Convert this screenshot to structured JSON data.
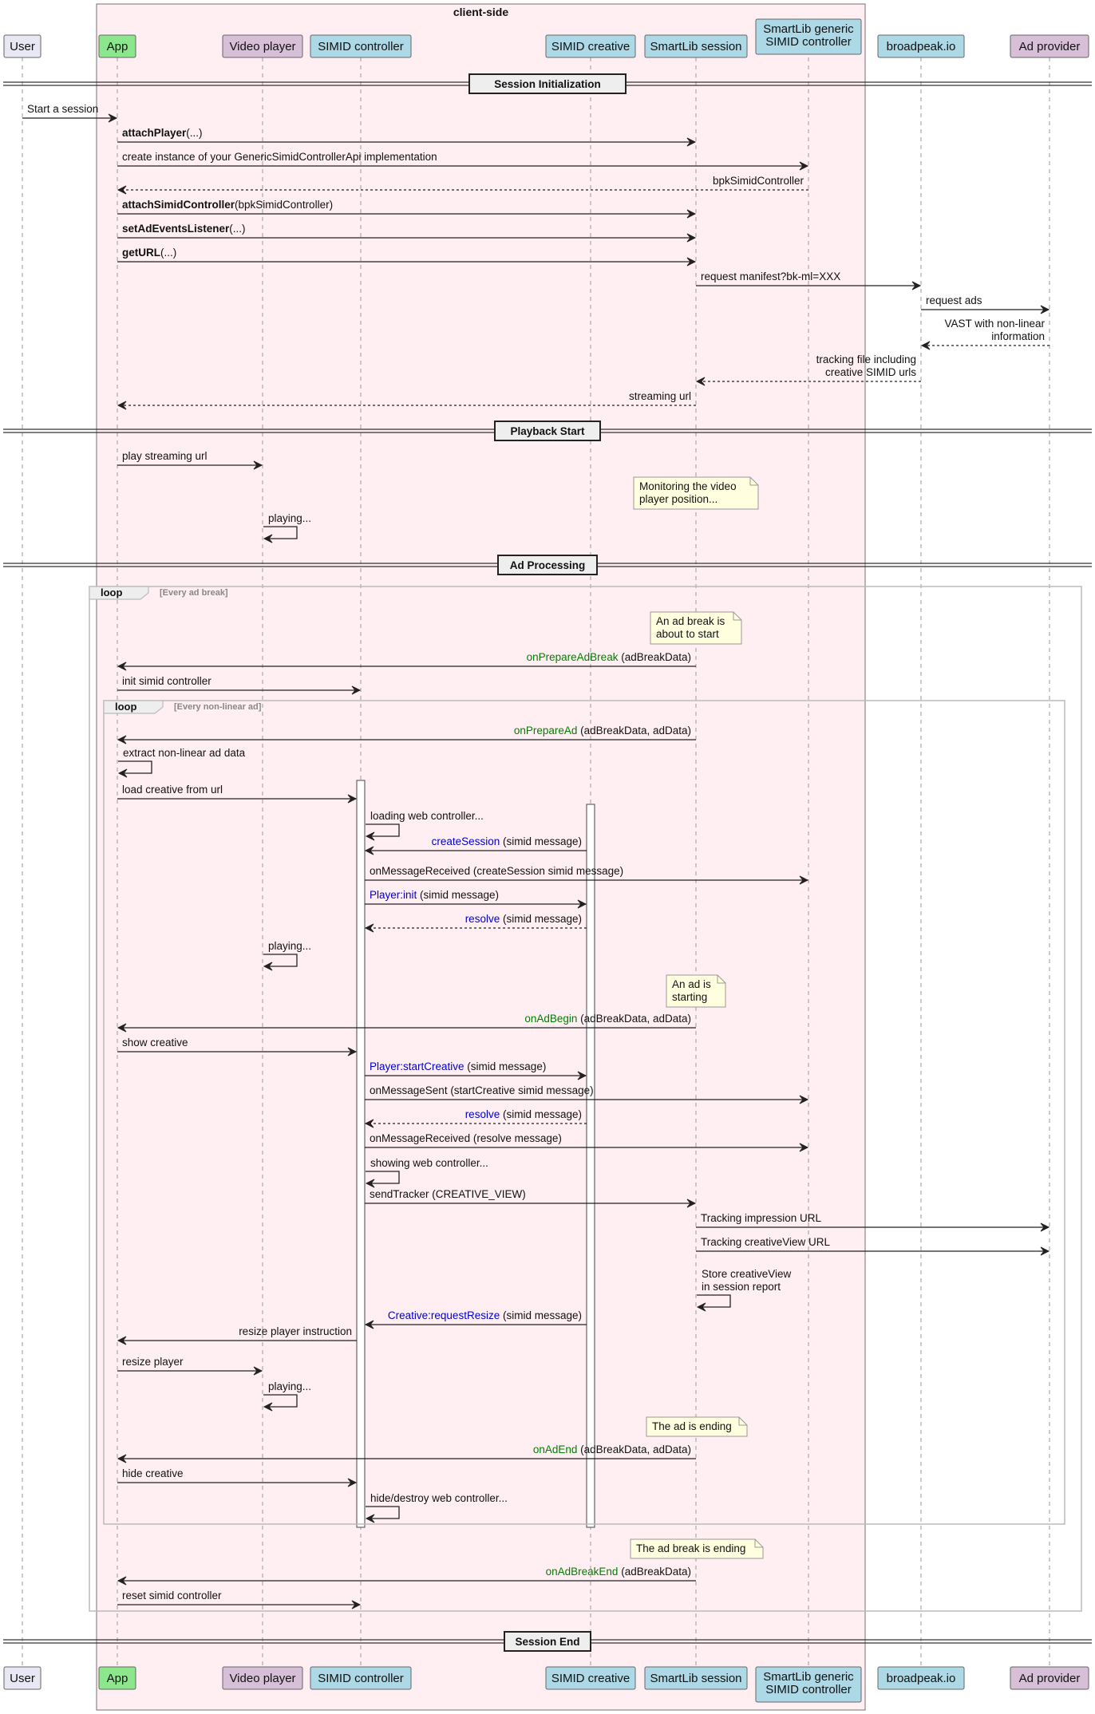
{
  "box_title": "client-side",
  "colors": {
    "box_fill": "#FFEFF3",
    "box_stroke": "#888888",
    "lifeline": "#999999",
    "arrow": "#222222",
    "note_fill": "#FFFFE0",
    "note_stroke": "#999999",
    "green": "#008000",
    "blue": "#0000CC"
  },
  "participants": [
    {
      "id": "user",
      "lines": [
        "User"
      ],
      "fill": "#E8E8F4",
      "icon": ""
    },
    {
      "id": "app",
      "lines": [
        "App"
      ],
      "fill": "#8CE68C",
      "icon": ""
    },
    {
      "id": "video",
      "lines": [
        "Video player"
      ],
      "fill": "#D8BFD8",
      "icon": ""
    },
    {
      "id": "simid_ctrl",
      "lines": [
        "SIMID controller"
      ],
      "fill": "#ADD8E6",
      "icon": ""
    },
    {
      "id": "simid_creative",
      "lines": [
        "SIMID creative"
      ],
      "fill": "#ADD8E6",
      "icon": ""
    },
    {
      "id": "smartlib",
      "lines": [
        "SmartLib session"
      ],
      "fill": "#ADD8E6",
      "icon": ""
    },
    {
      "id": "generic",
      "lines": [
        "SmartLib generic",
        "SIMID controller"
      ],
      "fill": "#ADD8E6",
      "icon": ""
    },
    {
      "id": "broadpeak",
      "lines": [
        "broadpeak.io"
      ],
      "fill": "#ADD8E6",
      "icon": ""
    },
    {
      "id": "adprov",
      "lines": [
        "Ad provider"
      ],
      "fill": "#D8BFD8",
      "icon": ""
    }
  ],
  "sections": [
    {
      "label": "Session Initialization"
    },
    {
      "label": "Playback Start"
    },
    {
      "label": "Ad Processing"
    },
    {
      "label": "Session End"
    }
  ],
  "loops": [
    {
      "keyword": "loop",
      "condition": "[Every ad break]"
    },
    {
      "keyword": "loop",
      "condition": "[Every non-linear ad]"
    }
  ],
  "messages": [
    {
      "from": "user",
      "to": "app",
      "dashed": false,
      "lines": [
        [
          {
            "t": "Start a session"
          }
        ]
      ]
    },
    {
      "from": "app",
      "to": "smartlib",
      "dashed": false,
      "lines": [
        [
          {
            "t": "attachPlayer",
            "s": "b"
          },
          {
            "t": "(...)"
          }
        ]
      ]
    },
    {
      "from": "app",
      "to": "generic",
      "dashed": false,
      "lines": [
        [
          {
            "t": "create instance of your GenericSimidControllerApi implementation"
          }
        ]
      ]
    },
    {
      "from": "generic",
      "to": "app",
      "dashed": true,
      "lines": [
        [
          {
            "t": "bpkSimidController"
          }
        ]
      ]
    },
    {
      "from": "app",
      "to": "smartlib",
      "dashed": false,
      "lines": [
        [
          {
            "t": "attachSimidController",
            "s": "b"
          },
          {
            "t": "(bpkSimidController)"
          }
        ]
      ]
    },
    {
      "from": "app",
      "to": "smartlib",
      "dashed": false,
      "lines": [
        [
          {
            "t": "setAdEventsListener",
            "s": "b"
          },
          {
            "t": "(...)"
          }
        ]
      ]
    },
    {
      "from": "app",
      "to": "smartlib",
      "dashed": false,
      "lines": [
        [
          {
            "t": "getURL",
            "s": "b"
          },
          {
            "t": "(...)"
          }
        ]
      ]
    },
    {
      "from": "smartlib",
      "to": "broadpeak",
      "dashed": false,
      "lines": [
        [
          {
            "t": "request manifest?bk-ml=XXX"
          }
        ]
      ]
    },
    {
      "from": "broadpeak",
      "to": "adprov",
      "dashed": false,
      "lines": [
        [
          {
            "t": "request ads"
          }
        ]
      ]
    },
    {
      "from": "adprov",
      "to": "broadpeak",
      "dashed": true,
      "lines": [
        [
          {
            "t": "VAST with non-linear"
          }
        ],
        [
          {
            "t": "information"
          }
        ]
      ]
    },
    {
      "from": "broadpeak",
      "to": "smartlib",
      "dashed": true,
      "lines": [
        [
          {
            "t": "tracking file including"
          }
        ],
        [
          {
            "t": "creative SIMID urls"
          }
        ]
      ]
    },
    {
      "from": "smartlib",
      "to": "app",
      "dashed": true,
      "lines": [
        [
          {
            "t": "streaming url"
          }
        ]
      ]
    },
    {
      "from": "app",
      "to": "video",
      "dashed": false,
      "lines": [
        [
          {
            "t": "play streaming url"
          }
        ]
      ]
    },
    {
      "from": "video",
      "to": "video",
      "dashed": false,
      "lines": [
        [
          {
            "t": "playing..."
          }
        ]
      ]
    },
    {
      "from": "smartlib",
      "to": "app",
      "dashed": false,
      "lines": [
        [
          {
            "t": "onPrepareAdBreak",
            "s": "g"
          },
          {
            "t": " (adBreakData)"
          }
        ]
      ]
    },
    {
      "from": "app",
      "to": "simid_ctrl",
      "dashed": false,
      "lines": [
        [
          {
            "t": "init simid controller"
          }
        ]
      ]
    },
    {
      "from": "smartlib",
      "to": "app",
      "dashed": false,
      "lines": [
        [
          {
            "t": "onPrepareAd",
            "s": "g"
          },
          {
            "t": " (adBreakData, adData)"
          }
        ]
      ]
    },
    {
      "from": "app",
      "to": "app",
      "dashed": false,
      "lines": [
        [
          {
            "t": "extract non-linear ad data"
          }
        ]
      ]
    },
    {
      "from": "app",
      "to": "simid_ctrl",
      "dashed": false,
      "lines": [
        [
          {
            "t": "load creative from url"
          }
        ]
      ]
    },
    {
      "from": "simid_ctrl",
      "to": "simid_ctrl",
      "dashed": false,
      "lines": [
        [
          {
            "t": "loading web controller..."
          }
        ]
      ]
    },
    {
      "from": "simid_creative",
      "to": "simid_ctrl",
      "dashed": false,
      "lines": [
        [
          {
            "t": "createSession",
            "s": "bl"
          },
          {
            "t": " (simid message)"
          }
        ]
      ]
    },
    {
      "from": "simid_ctrl",
      "to": "generic",
      "dashed": false,
      "lines": [
        [
          {
            "t": "onMessageReceived (createSession simid message)"
          }
        ]
      ]
    },
    {
      "from": "simid_ctrl",
      "to": "simid_creative",
      "dashed": false,
      "lines": [
        [
          {
            "t": "Player:init",
            "s": "bl"
          },
          {
            "t": " (simid message)"
          }
        ]
      ]
    },
    {
      "from": "simid_creative",
      "to": "simid_ctrl",
      "dashed": true,
      "lines": [
        [
          {
            "t": "resolve",
            "s": "bl"
          },
          {
            "t": " (simid message)"
          }
        ]
      ]
    },
    {
      "from": "video",
      "to": "video",
      "dashed": false,
      "lines": [
        [
          {
            "t": "playing..."
          }
        ]
      ]
    },
    {
      "from": "smartlib",
      "to": "app",
      "dashed": false,
      "lines": [
        [
          {
            "t": "onAdBegin",
            "s": "g"
          },
          {
            "t": " (adBreakData, adData)"
          }
        ]
      ]
    },
    {
      "from": "app",
      "to": "simid_ctrl",
      "dashed": false,
      "lines": [
        [
          {
            "t": "show creative"
          }
        ]
      ]
    },
    {
      "from": "simid_ctrl",
      "to": "simid_creative",
      "dashed": false,
      "lines": [
        [
          {
            "t": "Player:startCreative",
            "s": "bl"
          },
          {
            "t": " (simid message)"
          }
        ]
      ]
    },
    {
      "from": "simid_ctrl",
      "to": "generic",
      "dashed": false,
      "lines": [
        [
          {
            "t": "onMessageSent (startCreative simid message)"
          }
        ]
      ]
    },
    {
      "from": "simid_creative",
      "to": "simid_ctrl",
      "dashed": true,
      "lines": [
        [
          {
            "t": "resolve",
            "s": "bl"
          },
          {
            "t": " (simid message)"
          }
        ]
      ]
    },
    {
      "from": "simid_ctrl",
      "to": "generic",
      "dashed": false,
      "lines": [
        [
          {
            "t": "onMessageReceived (resolve message)"
          }
        ]
      ]
    },
    {
      "from": "simid_ctrl",
      "to": "simid_ctrl",
      "dashed": false,
      "lines": [
        [
          {
            "t": "showing web controller..."
          }
        ]
      ]
    },
    {
      "from": "simid_ctrl",
      "to": "smartlib",
      "dashed": false,
      "lines": [
        [
          {
            "t": "sendTracker (CREATIVE_VIEW)"
          }
        ]
      ]
    },
    {
      "from": "smartlib",
      "to": "adprov",
      "dashed": false,
      "lines": [
        [
          {
            "t": "Tracking impression URL"
          }
        ]
      ]
    },
    {
      "from": "smartlib",
      "to": "adprov",
      "dashed": false,
      "lines": [
        [
          {
            "t": "Tracking creativeView URL"
          }
        ]
      ]
    },
    {
      "from": "smartlib",
      "to": "smartlib",
      "dashed": false,
      "lines": [
        [
          {
            "t": "Store creativeView"
          }
        ],
        [
          {
            "t": "in session report"
          }
        ]
      ]
    },
    {
      "from": "simid_creative",
      "to": "simid_ctrl",
      "dashed": false,
      "lines": [
        [
          {
            "t": "Creative:requestResize",
            "s": "bl"
          },
          {
            "t": " (simid message)"
          }
        ]
      ]
    },
    {
      "from": "simid_ctrl",
      "to": "app",
      "dashed": false,
      "lines": [
        [
          {
            "t": "resize player instruction"
          }
        ]
      ]
    },
    {
      "from": "app",
      "to": "video",
      "dashed": false,
      "lines": [
        [
          {
            "t": "resize player"
          }
        ]
      ]
    },
    {
      "from": "video",
      "to": "video",
      "dashed": false,
      "lines": [
        [
          {
            "t": "playing..."
          }
        ]
      ]
    },
    {
      "from": "smartlib",
      "to": "app",
      "dashed": false,
      "lines": [
        [
          {
            "t": "onAdEnd",
            "s": "g"
          },
          {
            "t": " (adBreakData, adData)"
          }
        ]
      ]
    },
    {
      "from": "app",
      "to": "simid_ctrl",
      "dashed": false,
      "lines": [
        [
          {
            "t": "hide creative"
          }
        ]
      ]
    },
    {
      "from": "simid_ctrl",
      "to": "simid_ctrl",
      "dashed": false,
      "lines": [
        [
          {
            "t": "hide/destroy web controller..."
          }
        ]
      ]
    },
    {
      "from": "smartlib",
      "to": "app",
      "dashed": false,
      "lines": [
        [
          {
            "t": "onAdBreakEnd",
            "s": "g"
          },
          {
            "t": " (adBreakData)"
          }
        ]
      ]
    },
    {
      "from": "app",
      "to": "simid_ctrl",
      "dashed": false,
      "lines": [
        [
          {
            "t": "reset simid controller"
          }
        ]
      ]
    }
  ],
  "notes": [
    {
      "lines": [
        "Monitoring the video",
        "player position..."
      ]
    },
    {
      "lines": [
        "An ad break is",
        "about to start"
      ]
    },
    {
      "lines": [
        "An ad is",
        "starting"
      ]
    },
    {
      "lines": [
        "The ad is ending"
      ]
    },
    {
      "lines": [
        "The ad break is ending"
      ]
    }
  ]
}
